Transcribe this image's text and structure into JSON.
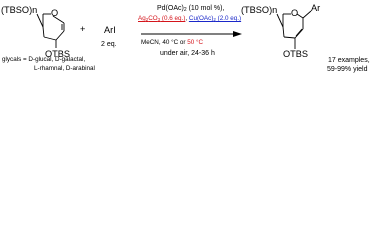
{
  "colors": {
    "ink": "#000000",
    "silver_reagent": "#d4141b",
    "copper_reagent": "#1a27c9"
  },
  "left_structure": {
    "protecting_group": "(TBSO)n",
    "ring_oxygen": "O",
    "substituent": "OTBS"
  },
  "reagent": {
    "plus": "+",
    "aryl_halide": "ArI",
    "equivalents": "2 eq."
  },
  "conditions": {
    "catalyst": "Pd(OAc)",
    "catalyst_subscript": "2",
    "catalyst_loading": " (10 mol %),",
    "silver_oxidant": "Ag",
    "silver_subscript_a": "2",
    "silver_mid": "CO",
    "silver_subscript_b": "3",
    "silver_amount": " (0.6 eq.)",
    "separator": ", ",
    "copper_additive": "Cu(OAc)",
    "copper_subscript": "2",
    "copper_amount": " (2.0 eq.)",
    "solvent_temp_prefix": "MeCN, 40 °C  or  ",
    "temperature_alt": "50 °C",
    "atmosphere_time": "under air, 24-36 h"
  },
  "right_structure": {
    "protecting_group": "(TBSO)n",
    "ring_oxygen": "O",
    "aryl_group": "Ar",
    "substituent": "OTBS"
  },
  "substrates": {
    "line1": "glycals = D-glucal, D-galactal,",
    "line2": "L-rhamnal, D-arabinal"
  },
  "outcome": {
    "scope": "17 examples,",
    "yield": "59-99% yield"
  }
}
